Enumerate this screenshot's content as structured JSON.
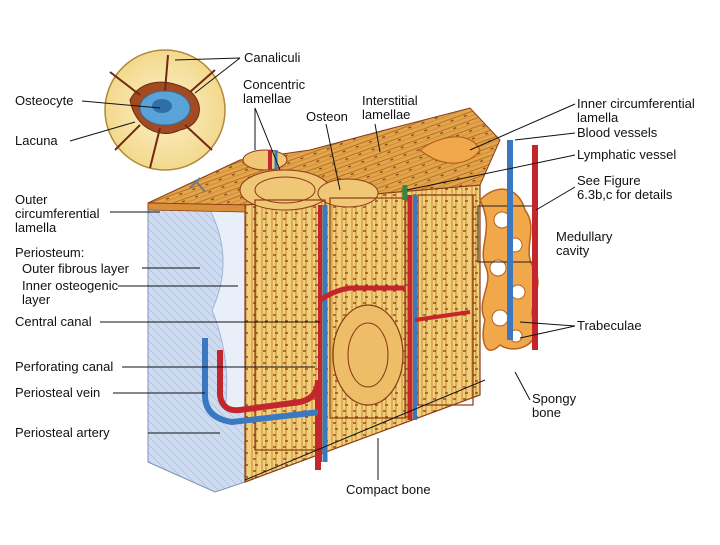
{
  "diagram": {
    "labels": {
      "canaliculi": "Canaliculi",
      "osteocyte": "Osteocyte",
      "lacuna": "Lacuna",
      "concentric_lamellae": "Concentric\nlamellae",
      "osteon": "Osteon",
      "interstitial_lamellae": "Interstitial\nlamellae",
      "inner_circumferential_lamella": "Inner circumferential\nlamella",
      "blood_vessels": "Blood vessels",
      "lymphatic_vessel": "Lymphatic vessel",
      "see_figure": "See Figure\n6.3b,c for details",
      "medullary_cavity": "Medullary\ncavity",
      "outer_circumferential_lamella": "Outer\ncircumferential\nlamella",
      "periosteum": "Periosteum:",
      "outer_fibrous_layer": "Outer fibrous layer",
      "inner_osteogenic_layer": "Inner osteogenic\nlayer",
      "central_canal": "Central canal",
      "trabeculae": "Trabeculae",
      "perforating_canal": "Perforating canal",
      "periosteal_vein": "Periosteal vein",
      "spongy_bone": "Spongy\nbone",
      "periosteal_artery": "Periosteal artery",
      "compact_bone": "Compact bone"
    },
    "colors": {
      "bone_light": "#f2cf7a",
      "bone_mid": "#e2a54a",
      "bone_dark": "#8a3a14",
      "periosteum": "#c9d8ee",
      "artery": "#c3262c",
      "vein": "#3a78c2",
      "lymph": "#2e8a48",
      "cell": "#5aa3d8"
    }
  }
}
